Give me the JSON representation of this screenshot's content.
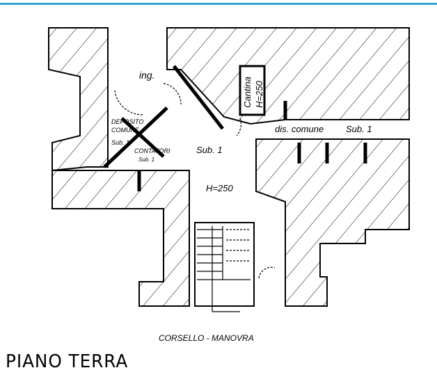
{
  "colors": {
    "top_bar": "#2fa3d4",
    "ink": "#000000"
  },
  "plan": {
    "labels": {
      "ing": "ing.",
      "cantina": "Cantina",
      "cantina_h": "H=250",
      "deposito_1": "DEPOSITO",
      "deposito_2": "COMUNE",
      "deposito_3": "Sub. 1",
      "contatori": "CONTATORI",
      "contatori_sub": "Sub. 1",
      "sub1_center": "Sub. 1",
      "dis_comune": "dis. comune",
      "dis_sub1": "Sub. 1",
      "h250": "H=250",
      "corsello": "CORSELLO - MANOVRA"
    }
  },
  "title": "PIANO TERRA"
}
